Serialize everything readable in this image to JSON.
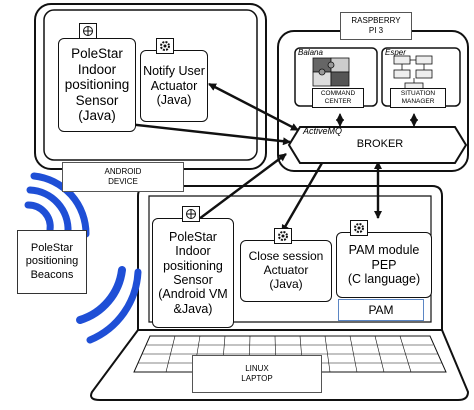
{
  "android": {
    "sensor_label": "PoleStar\nIndoor\npositioning\nSensor\n(Java)",
    "notify_label": "Notify User\nActuator\n(Java)",
    "device_label": "ANDROID\nDEVICE"
  },
  "raspberry": {
    "label": "RASPBERRY\nPI 3",
    "balana_label": "Balana",
    "esper_label": "Esper",
    "command_center_label": "COMMAND\nCENTER",
    "situation_manager_label": "SITUATION\nMANAGER",
    "activemq_label": "ActiveMQ",
    "broker_label": "BROKER"
  },
  "beacons": {
    "label": "PoleStar\npositioning\nBeacons"
  },
  "laptop": {
    "sensor_label": "PoleStar\nIndoor\npositioning\nSensor\n(Android VM\n&Java)",
    "close_session_label": "Close session\nActuator\n(Java)",
    "pam_module_label": "PAM module\nPEP\n(C language)",
    "pam_label": "PAM",
    "device_label": "LINUX\nLAPTOP"
  },
  "colors": {
    "beacon_waves": "#1f4fd6",
    "pam_border": "#5b86c4",
    "outline": "#111111"
  }
}
